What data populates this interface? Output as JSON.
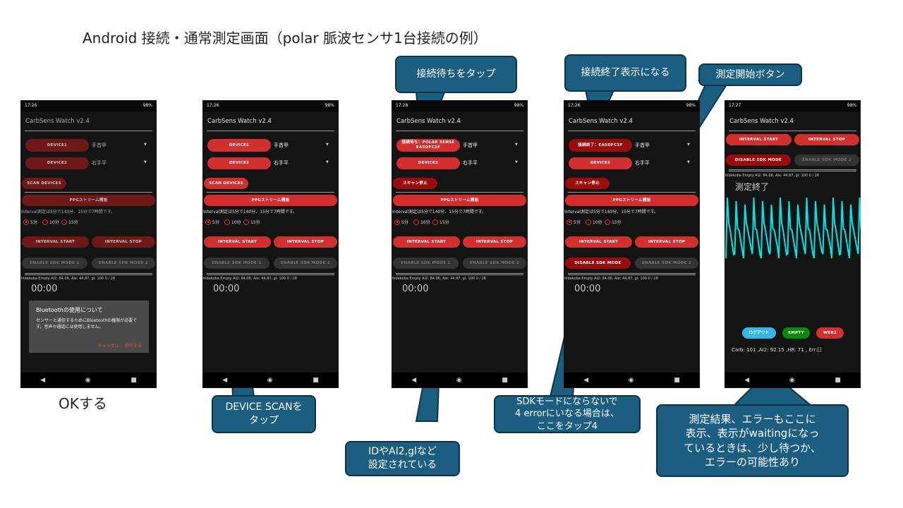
{
  "slide": {
    "title": "Android 接続・通常測定画面（polar 脈波センサ1台接続の例）",
    "ok_caption": "OKする"
  },
  "common": {
    "app_title": "CarbSens Watch v2.4",
    "battery": "98%",
    "location1": "手首甲",
    "location2": "右手平",
    "ppg_label": "PPGストリーム開始",
    "interval_text": "Interval測定は5分で140分、15分で7時間です。",
    "radios": [
      "5分",
      "10分",
      "15分"
    ],
    "interval_start": "INTERVAL START",
    "interval_stop": "INTERVAL STOP",
    "status_line": "hidekoba    Empty AI2: 84.06, Ale: 44.87, gl: 100    0 / 28",
    "timer": "00:00",
    "nav": {
      "back": "◀",
      "home": "◉",
      "recent": "■"
    },
    "colors": {
      "red": "#d32f2f",
      "dark_red": "#9b0c0c",
      "grey": "#333333",
      "callout": "#1b5e80",
      "wave": "#00e5e5"
    }
  },
  "phones": [
    {
      "time": "17:26",
      "device1": "DEVICE1",
      "device1_style": "red",
      "device2": "DEVICE2",
      "scan": "SCAN DEVICES",
      "sdk1": "ENABLE SDK MODE 1",
      "sdk1_style": "grey",
      "sdk2": "ENABLE SDK MODE 2",
      "dialog": {
        "title": "Bluetoothの使用について",
        "body": "センサーと通信するためにBluetoothの権限が必要です。音声や通話には使用しません。",
        "cancel": "キャンセル",
        "allow": "許可する"
      }
    },
    {
      "time": "17:26",
      "device1": "DEVICE1",
      "device1_style": "red",
      "device2": "DEVICE2",
      "scan": "SCAN DEVICES",
      "sdk1": "ENABLE SDK MODE 1",
      "sdk1_style": "grey",
      "sdk2": "ENABLE SDK MODE 2"
    },
    {
      "time": "17:26",
      "device1": "接続待ち：POLAR SENSE EA5DFC2F",
      "device1_style": "red",
      "device2": "DEVICE2",
      "scan": "スキャン停止",
      "sdk1": "ENABLE SDK MODE 1",
      "sdk1_style": "grey",
      "sdk2": "ENABLE SDK MODE 2"
    },
    {
      "time": "17:26",
      "device1": "接続終了：EA5DFC2F",
      "device1_style": "dred",
      "device2": "DEVICE2",
      "scan": "スキャン停止",
      "sdk1": "DISABLE SDK MODE",
      "sdk1_style": "dred",
      "sdk2": "ENABLE SDK MODE 2"
    },
    {
      "time": "17:27",
      "sdk1": "DISABLE SDK MODE",
      "sdk1_style": "dred",
      "sdk2": "ENABLE SDK MODE 2",
      "finished": "測定終了",
      "actions": {
        "logout": "ログアウト",
        "empty": "EMPTY",
        "web2": "WEB2"
      },
      "result": "Carb: 101 ,AI2: 92.15 ,HR: 71 , Err:[]"
    }
  ],
  "callouts": {
    "scan": "DEVICE SCANを\nタップ",
    "wait": "接続待ちをタップ",
    "connected": "接続終了表示になる",
    "start": "測定開始ボタン",
    "sdk": "SDKモードにならないで\n4 errorにいなる場合は、\nここをタップ4",
    "settings": "IDやAI2,glなど\n設定されている",
    "result": "測定結果、エラーもここに\n表示、表示がwaitingになっ\nているときは、少し待つか、\nエラーの可能性あり"
  }
}
